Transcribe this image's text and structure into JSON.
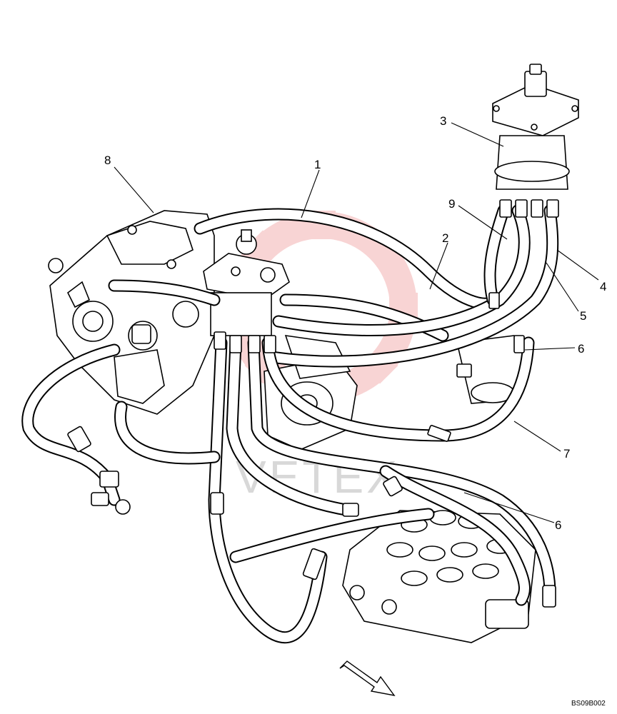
{
  "diagram": {
    "callouts": [
      {
        "id": "c1",
        "label": "1"
      },
      {
        "id": "c2",
        "label": "2"
      },
      {
        "id": "c3",
        "label": "3"
      },
      {
        "id": "c4",
        "label": "4"
      },
      {
        "id": "c5",
        "label": "5"
      },
      {
        "id": "c6a",
        "label": "6"
      },
      {
        "id": "c6b",
        "label": "6"
      },
      {
        "id": "c7",
        "label": "7"
      },
      {
        "id": "c8",
        "label": "8"
      },
      {
        "id": "c9",
        "label": "9"
      }
    ],
    "drawing_code": "BS09B002",
    "watermark_text": "VETEX",
    "colors": {
      "line": "#000000",
      "background": "#ffffff",
      "watermark_logo": "#e04040",
      "watermark_text": "#d8d8d8"
    }
  }
}
